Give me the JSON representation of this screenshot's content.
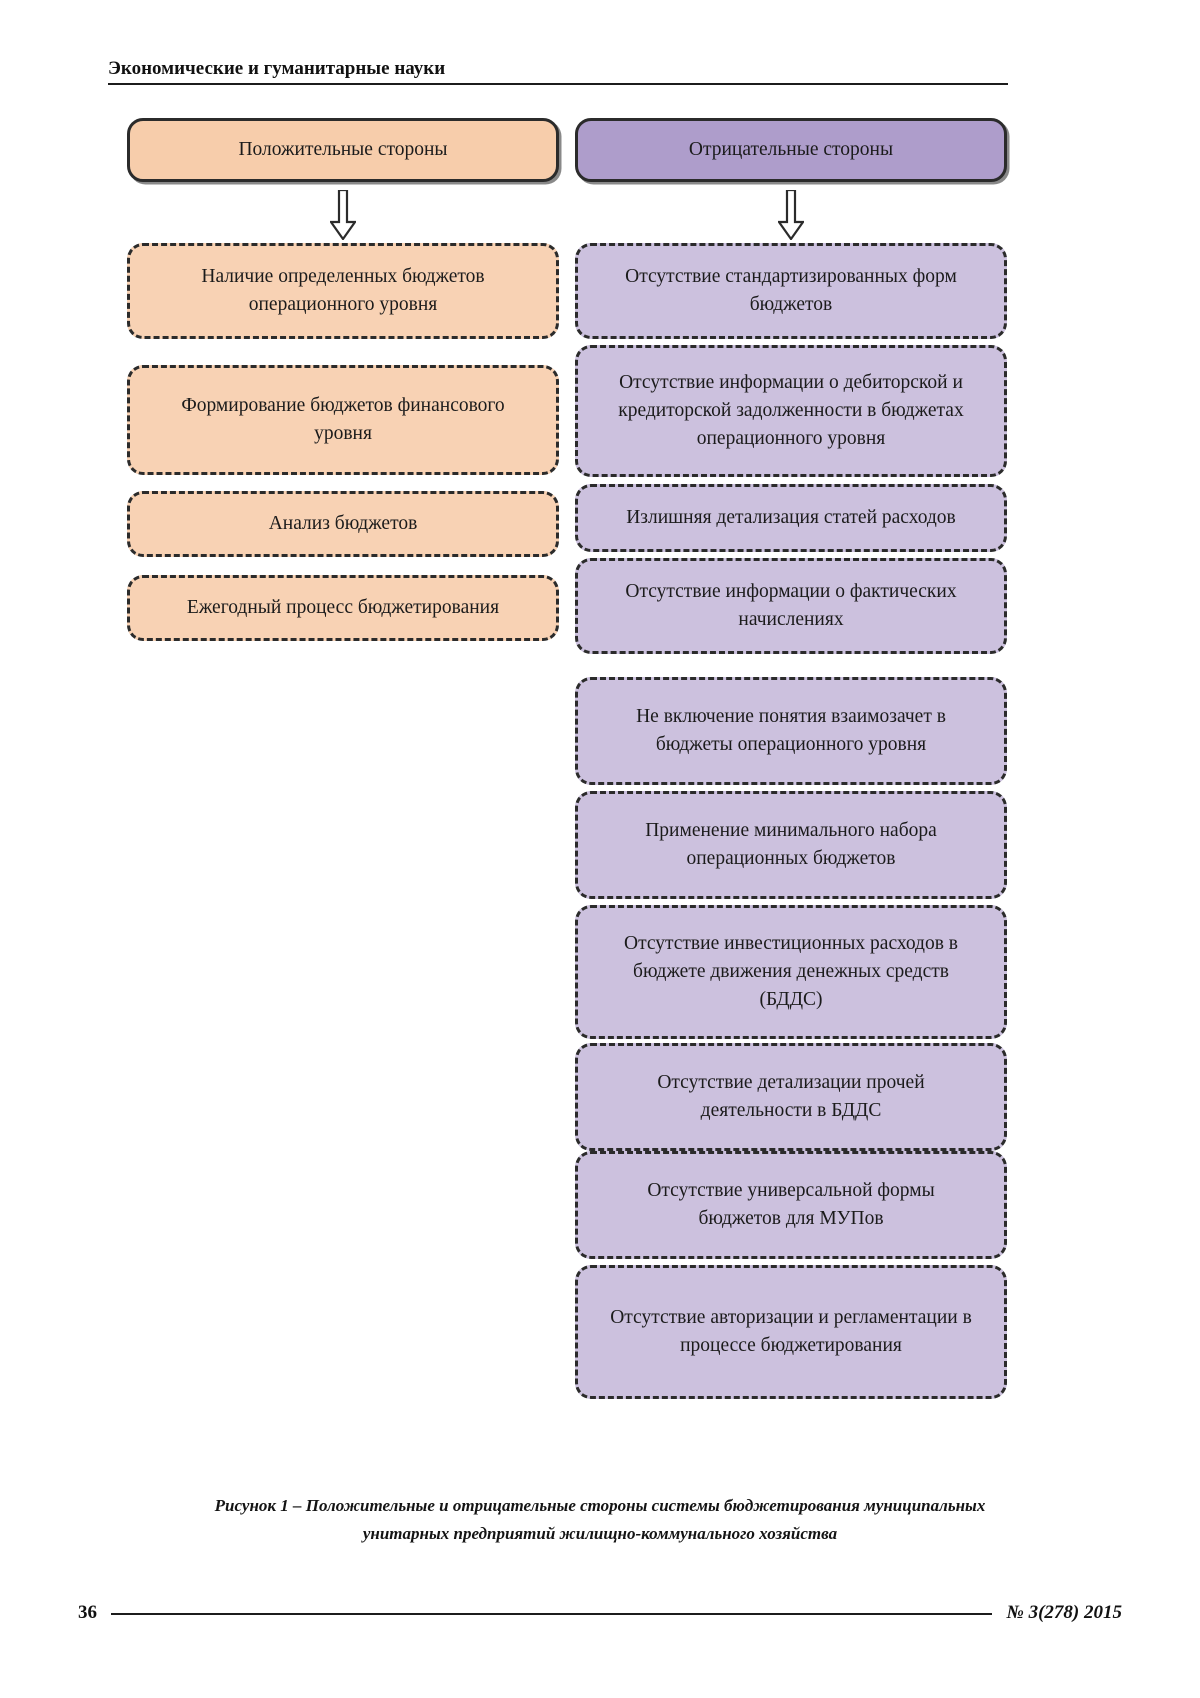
{
  "running_head": {
    "title": "Экономические и гуманитарные науки"
  },
  "diagram": {
    "columns": [
      {
        "key": "positive",
        "header": {
          "label": "Положительные стороны",
          "fill": "#f7cdab",
          "border": "solid"
        },
        "items": [
          {
            "label": "Наличие определенных бюджетов операционного уровня",
            "fill": "#f8d2b4"
          },
          {
            "label": "Формирование бюджетов финансового уровня",
            "fill": "#f8d2b4"
          },
          {
            "label": "Анализ бюджетов",
            "fill": "#f8d2b4"
          },
          {
            "label": "Ежегодный процесс бюджетирования",
            "fill": "#f8d2b4"
          }
        ]
      },
      {
        "key": "negative",
        "header": {
          "label": "Отрицательные стороны",
          "fill": "#ae9dcb",
          "border": "solid"
        },
        "items": [
          {
            "label": "Отсутствие стандартизированных форм бюджетов",
            "fill": "#ccc1de"
          },
          {
            "label": "Отсутствие информации о дебиторской и кредиторской задолженности в бюджетах операционного уровня",
            "fill": "#ccc1de"
          },
          {
            "label": "Излишняя детализация статей расходов",
            "fill": "#ccc1de"
          },
          {
            "label": "Отсутствие информации о фактических начислениях",
            "fill": "#ccc1de"
          },
          {
            "label": "Не включение понятия взаимозачет в бюджеты операционного уровня",
            "fill": "#ccc1de"
          },
          {
            "label": "Применение минимального набора операционных бюджетов",
            "fill": "#ccc1de"
          },
          {
            "label": "Отсутствие инвестиционных расходов в бюджете движения денежных средств (БДДС)",
            "fill": "#ccc1de"
          },
          {
            "label": "Отсутствие детализации прочей деятельности в БДДС",
            "fill": "#ccc1de"
          },
          {
            "label": "Отсутствие универсальной формы бюджетов для МУПов",
            "fill": "#ccc1de"
          },
          {
            "label": "Отсутствие авторизации и регламентации в процессе бюджетирования",
            "fill": "#ccc1de"
          }
        ]
      }
    ],
    "connector_icon": "down-block-arrow-icon"
  },
  "caption": {
    "line1": "Рисунок 1 – Положительные и отрицательные стороны системы бюджетирования муниципальных",
    "line2": "унитарных предприятий жилищно-коммунального хозяйства"
  },
  "footer": {
    "page_number": "36",
    "issue": "№ 3(278) 2015"
  }
}
